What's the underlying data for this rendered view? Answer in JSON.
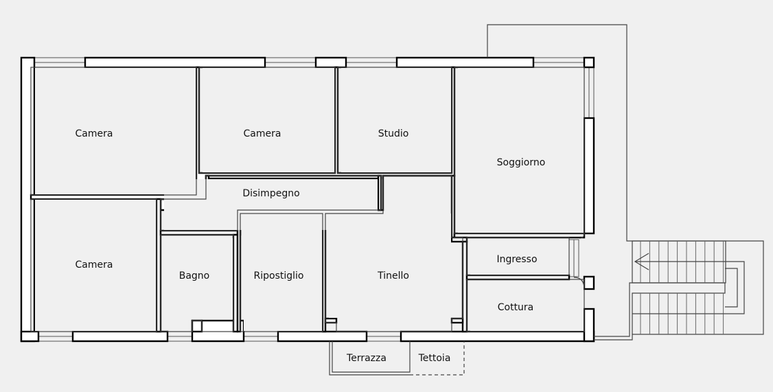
{
  "plan": {
    "rooms": [
      {
        "id": "camera-1",
        "label": "Camera"
      },
      {
        "id": "camera-2",
        "label": "Camera"
      },
      {
        "id": "studio",
        "label": "Studio"
      },
      {
        "id": "soggiorno",
        "label": "Soggiorno"
      },
      {
        "id": "disimpegno",
        "label": "Disimpegno"
      },
      {
        "id": "camera-3",
        "label": "Camera"
      },
      {
        "id": "bagno",
        "label": "Bagno"
      },
      {
        "id": "ripostiglio",
        "label": "Ripostiglio"
      },
      {
        "id": "tinello",
        "label": "Tinello"
      },
      {
        "id": "ingresso",
        "label": "Ingresso"
      },
      {
        "id": "cottura",
        "label": "Cottura"
      },
      {
        "id": "terrazza",
        "label": "Terrazza"
      },
      {
        "id": "tettoia",
        "label": "Tettoia"
      }
    ]
  }
}
